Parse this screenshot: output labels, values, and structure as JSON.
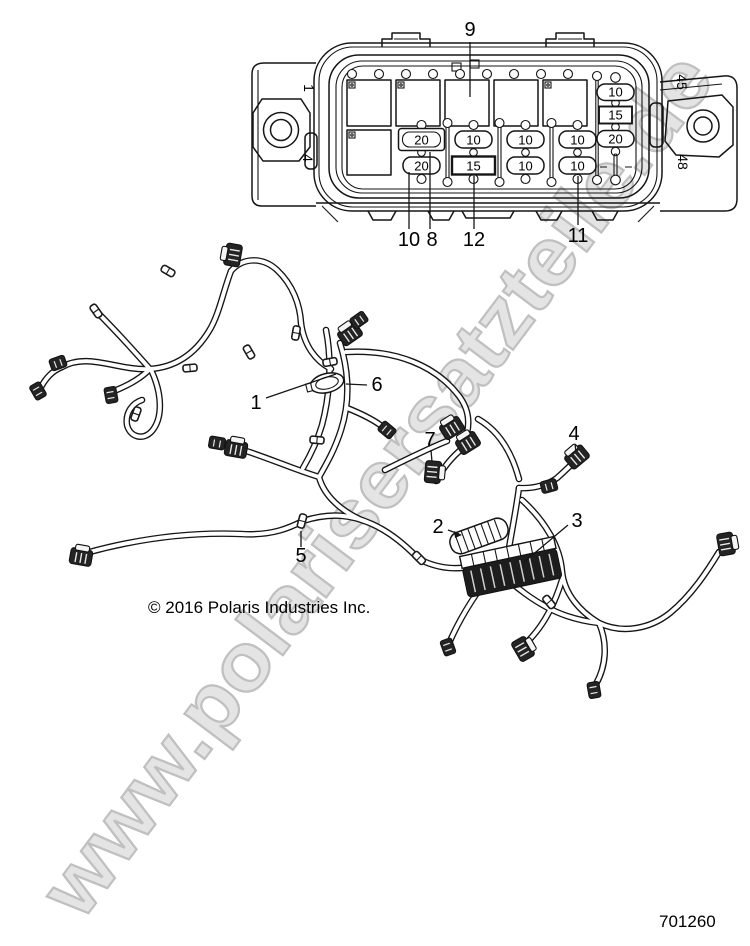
{
  "watermark": {
    "text": "www.polarisersatzteile.de"
  },
  "footer": {
    "copyright": "© 2016 Polaris Industries Inc.",
    "part_number": "701260"
  },
  "fusebox": {
    "pin_labels": {
      "left_top": "1",
      "left_bottom": "4",
      "right_top": "45",
      "right_bottom": "48"
    },
    "fuses": {
      "col1_top": "20",
      "col1_bottom": "20",
      "col2_top": "10",
      "col2_bottom": "15",
      "col3_top": "10",
      "col3_bottom": "10",
      "col4_top": "10",
      "col4_bottom": "10",
      "right_top": "10",
      "right_middle": "15",
      "right_bottom": "20"
    },
    "callouts": {
      "c9": "9",
      "c10": "10",
      "c8": "8",
      "c12": "12",
      "c11": "11"
    }
  },
  "harness": {
    "callouts": {
      "c1": "1",
      "c2": "2",
      "c3": "3",
      "c4": "4",
      "c5": "5",
      "c6": "6",
      "c7": "7"
    }
  }
}
